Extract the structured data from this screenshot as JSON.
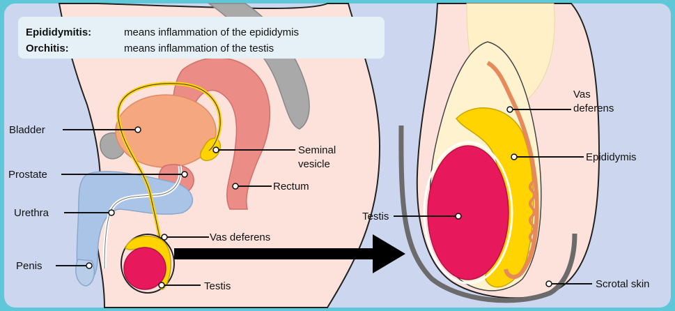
{
  "definitions": [
    {
      "term": "Epididymitis:",
      "meaning": "means inflammation of the epididymis"
    },
    {
      "term": "Orchitis:",
      "meaning": "means inflammation of the testis"
    }
  ],
  "left_labels": {
    "bladder": "Bladder",
    "prostate": "Prostate",
    "urethra": "Urethra",
    "penis": "Penis",
    "seminal_vesicle_line1": "Seminal",
    "seminal_vesicle_line2": "vesicle",
    "rectum": "Rectum",
    "vas_deferens": "Vas deferens",
    "testis": "Testis"
  },
  "right_labels": {
    "vas_deferens_line1": "Vas",
    "vas_deferens_line2": "deferens",
    "epididymis": "Epididymis",
    "testis": "Testis",
    "scrotal_skin": "Scrotal skin"
  },
  "colors": {
    "frame": "#5ec8d8",
    "background": "#ccd6ee",
    "skin": "#fde2dc",
    "bladder": "#f5a77f",
    "rectum": "#ec8c86",
    "testis": "#e8185c",
    "epididymis": "#ffd400",
    "bone": "#a9a9a9",
    "pale_blue": "#a9c4e6"
  }
}
